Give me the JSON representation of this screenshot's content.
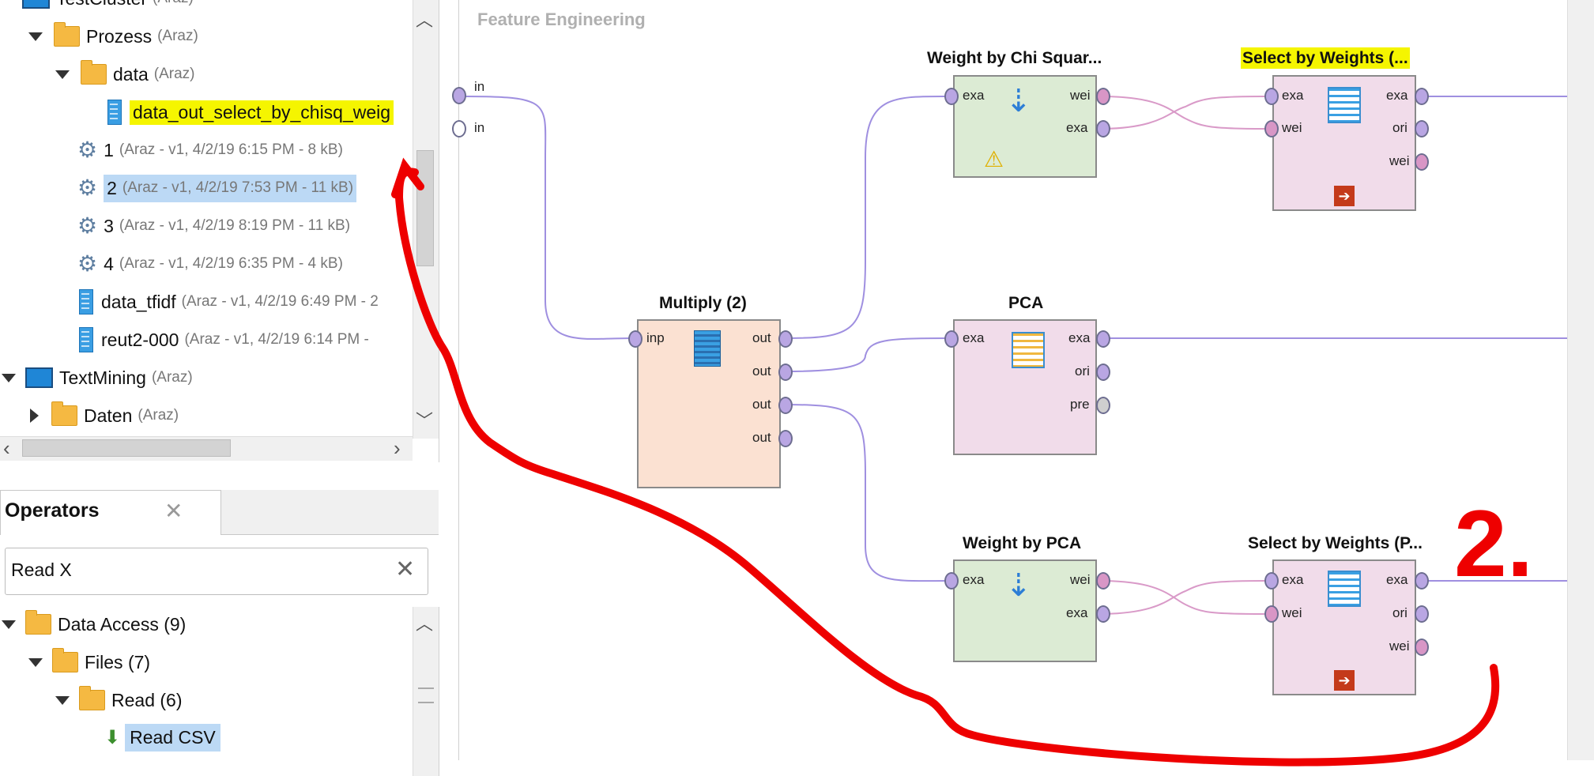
{
  "repository": {
    "items": [
      {
        "name": "TestCluster",
        "meta": "(Araz)"
      },
      {
        "name": "Prozess",
        "meta": "(Araz)"
      },
      {
        "name": "data",
        "meta": "(Araz)"
      },
      {
        "name": "data_out_select_by_chisq_weig",
        "meta": ""
      },
      {
        "name": "1",
        "meta": "(Araz - v1, 4/2/19 6:15 PM - 8 kB)"
      },
      {
        "name": "2",
        "meta": "(Araz - v1, 4/2/19 7:53 PM - 11 kB)"
      },
      {
        "name": "3",
        "meta": "(Araz - v1, 4/2/19 8:19 PM - 11 kB)"
      },
      {
        "name": "4",
        "meta": "(Araz - v1, 4/2/19 6:35 PM - 4 kB)"
      },
      {
        "name": "data_tfidf",
        "meta": "(Araz - v1, 4/2/19 6:49 PM - 2"
      },
      {
        "name": "reut2-000",
        "meta": "(Araz - v1, 4/2/19 6:14 PM -"
      },
      {
        "name": "TextMining",
        "meta": "(Araz)"
      },
      {
        "name": "Daten",
        "meta": "(Araz)"
      }
    ]
  },
  "operators_panel": {
    "title": "Operators",
    "close": "✕",
    "search_value": "Read X",
    "clear": "✕",
    "tree": [
      {
        "label": "Data Access (9)"
      },
      {
        "label": "Files (7)"
      },
      {
        "label": "Read (6)"
      },
      {
        "label": "Read CSV"
      }
    ]
  },
  "canvas": {
    "title": "Feature Engineering",
    "input_ports": [
      "in",
      "in"
    ],
    "operators": [
      {
        "id": "multiply",
        "title": "Multiply (2)",
        "in_ports": [
          "inp"
        ],
        "out_ports": [
          "out",
          "out",
          "out",
          "out"
        ]
      },
      {
        "id": "chi",
        "title": "Weight by Chi Squar...",
        "in_ports": [
          "exa"
        ],
        "out_ports": [
          "wei",
          "exa"
        ]
      },
      {
        "id": "sel1",
        "title": "Select by Weights (...",
        "in_ports": [
          "exa",
          "wei"
        ],
        "out_ports": [
          "exa",
          "ori",
          "wei"
        ]
      },
      {
        "id": "pca",
        "title": "PCA",
        "in_ports": [
          "exa"
        ],
        "out_ports": [
          "exa",
          "ori",
          "pre"
        ]
      },
      {
        "id": "wpca",
        "title": "Weight by PCA",
        "in_ports": [
          "exa"
        ],
        "out_ports": [
          "wei",
          "exa"
        ]
      },
      {
        "id": "sel2",
        "title": "Select by Weights (P...",
        "in_ports": [
          "exa",
          "wei"
        ],
        "out_ports": [
          "exa",
          "ori",
          "wei"
        ]
      }
    ],
    "annotation": "2."
  },
  "colors": {
    "highlight": "#f5f500",
    "selection": "#bcd9f5",
    "annotation_red": "#ee0000"
  }
}
